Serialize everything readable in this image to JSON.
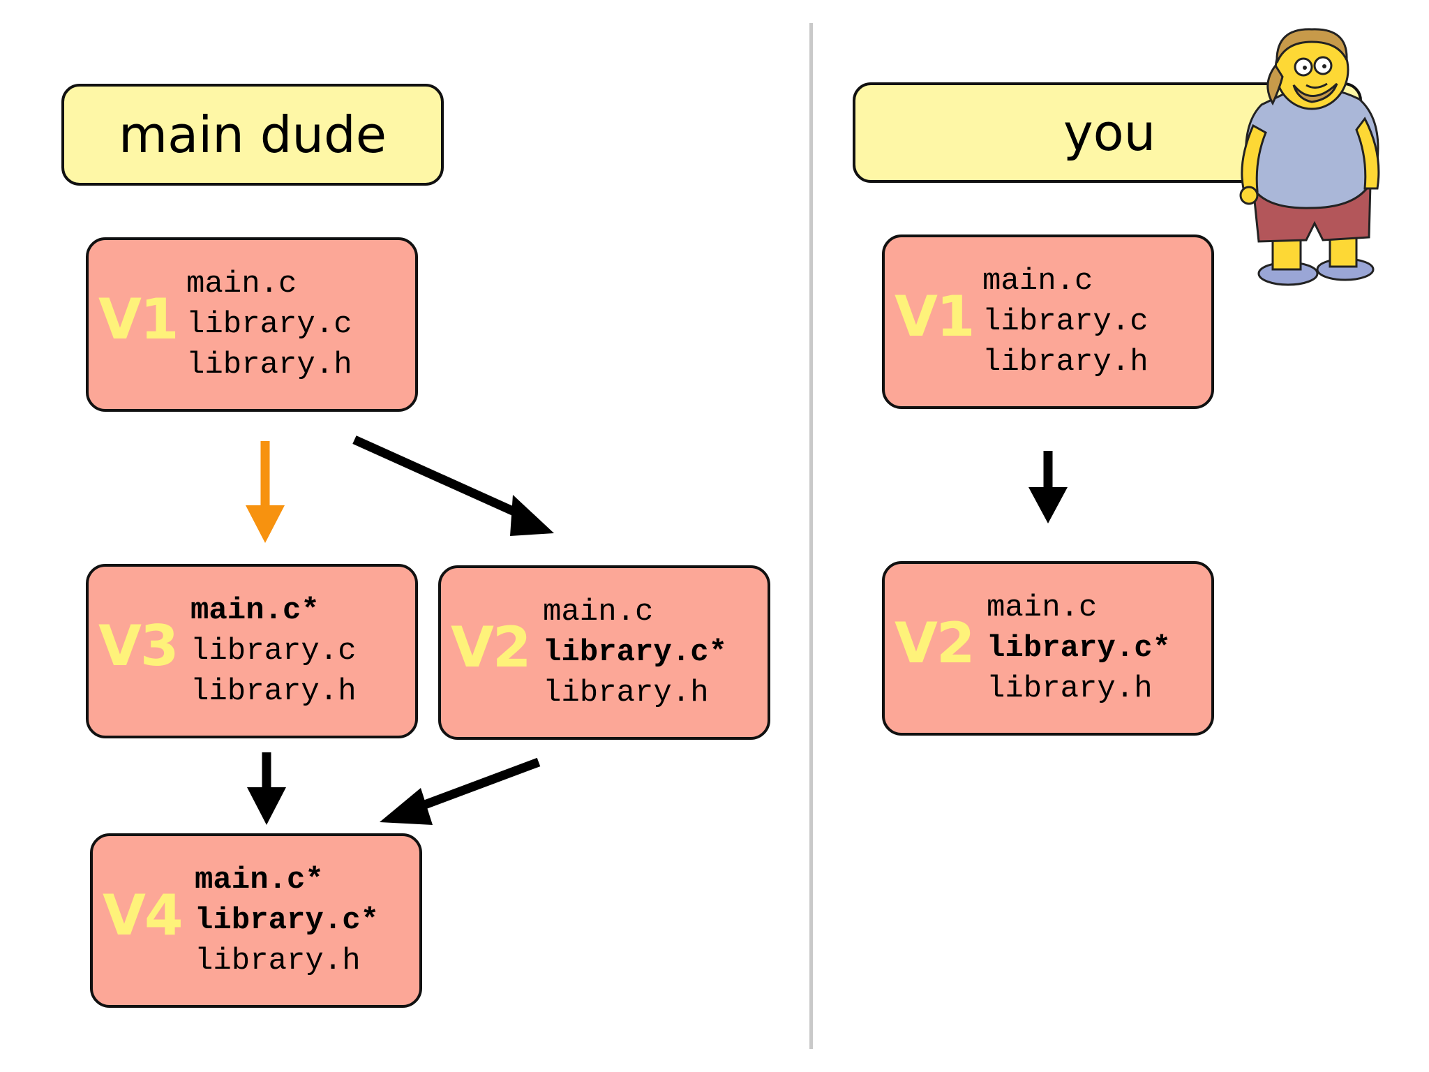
{
  "left": {
    "title": "main dude",
    "versions": [
      {
        "label": "V1",
        "files": [
          {
            "name": "main.c",
            "changed": false
          },
          {
            "name": "library.c",
            "changed": false
          },
          {
            "name": "library.h",
            "changed": false
          }
        ]
      },
      {
        "label": "V3",
        "files": [
          {
            "name": "main.c*",
            "changed": true
          },
          {
            "name": "library.c",
            "changed": false
          },
          {
            "name": "library.h",
            "changed": false
          }
        ]
      },
      {
        "label": "V2",
        "files": [
          {
            "name": "main.c",
            "changed": false
          },
          {
            "name": "library.c*",
            "changed": true
          },
          {
            "name": "library.h",
            "changed": false
          }
        ]
      },
      {
        "label": "V4",
        "files": [
          {
            "name": "main.c*",
            "changed": true
          },
          {
            "name": "library.c*",
            "changed": true
          },
          {
            "name": "library.h",
            "changed": false
          }
        ]
      }
    ]
  },
  "right": {
    "title": "you",
    "versions": [
      {
        "label": "V1",
        "files": [
          {
            "name": "main.c",
            "changed": false
          },
          {
            "name": "library.c",
            "changed": false
          },
          {
            "name": "library.h",
            "changed": false
          }
        ]
      },
      {
        "label": "V2",
        "files": [
          {
            "name": "main.c",
            "changed": false
          },
          {
            "name": "library.c*",
            "changed": true
          },
          {
            "name": "library.h",
            "changed": false
          }
        ]
      }
    ]
  },
  "edges": [
    {
      "from": "left.V1",
      "to": "left.V3",
      "color": "#f7920f"
    },
    {
      "from": "left.V1",
      "to": "left.V2",
      "color": "#000000"
    },
    {
      "from": "left.V3",
      "to": "left.V4",
      "color": "#000000"
    },
    {
      "from": "left.V2",
      "to": "left.V4",
      "color": "#000000"
    },
    {
      "from": "right.V1",
      "to": "right.V2",
      "color": "#000000"
    }
  ],
  "colors": {
    "header_fill": "#fef7a6",
    "box_fill": "#fca797",
    "version_label": "#fef27a",
    "branch_arrow": "#f7920f"
  },
  "icons": {
    "mascot": "comic-book-guy-cartoon-icon"
  }
}
